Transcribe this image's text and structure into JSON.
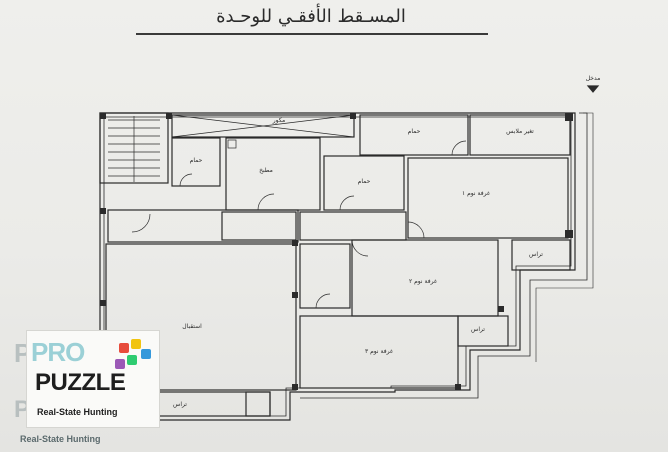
{
  "title": "المسـقط الأفقـي للوحـدة",
  "north_label": "مدخل",
  "rooms": {
    "void": "مكور",
    "bath1": "حمام",
    "bath2": "حمام",
    "bath3": "حمام",
    "dressing": "تغير ملابس",
    "kitchen": "مطبخ",
    "bedroom1": "غرفة نوم ١",
    "bedroom2": "غرفة نوم ٢",
    "bedroom3": "غرفة نوم ٣",
    "reception": "استقبال",
    "terrace1": "تراس",
    "terrace2": "تراس",
    "terrace3": "تراس"
  },
  "logo": {
    "word1": "PRO",
    "word2": "PUZZLE",
    "tagline": "Real-State Hunting",
    "colors": [
      "#e74c3c",
      "#f1c40f",
      "#3498db",
      "#2ecc71",
      "#9b59b6"
    ]
  }
}
